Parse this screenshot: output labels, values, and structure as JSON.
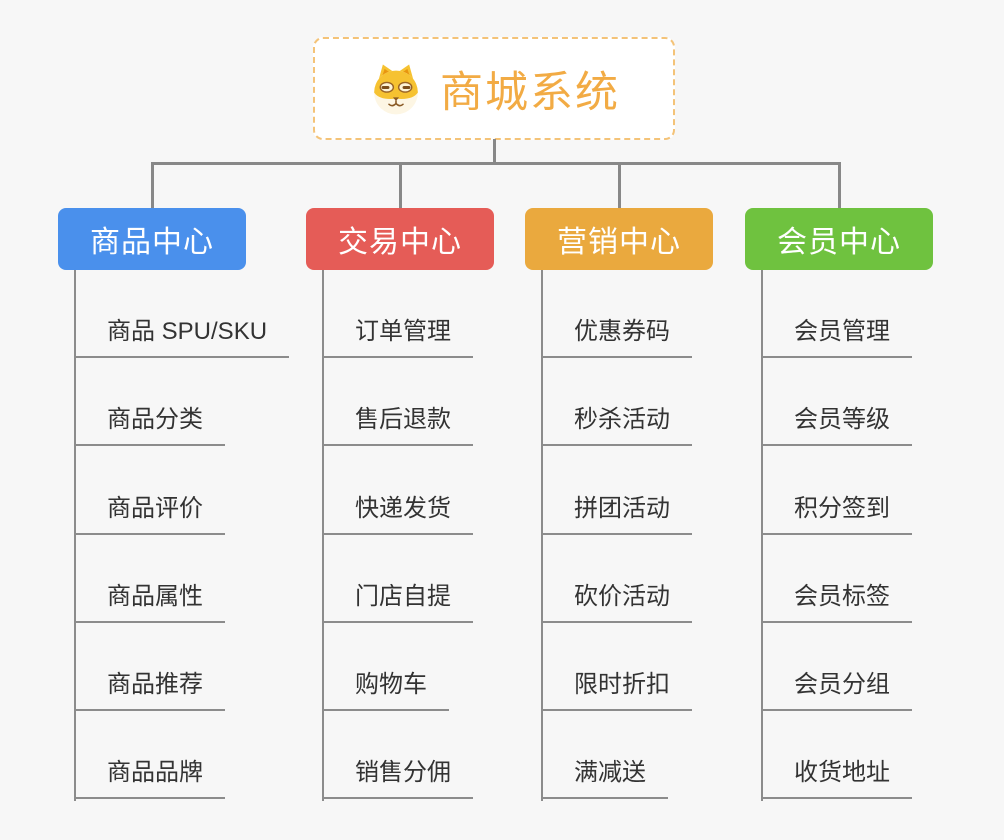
{
  "root": {
    "title": "商城系统",
    "icon": "dog-face-icon",
    "title_color": "#f2ab44",
    "border_color": "#f4c378"
  },
  "connector_color": "#888888",
  "branches": [
    {
      "label": "商品中心",
      "color": "#4a90ec",
      "items": [
        "商品 SPU/SKU",
        "商品分类",
        "商品评价",
        "商品属性",
        "商品推荐",
        "商品品牌"
      ]
    },
    {
      "label": "交易中心",
      "color": "#e55c57",
      "items": [
        "订单管理",
        "售后退款",
        "快递发货",
        "门店自提",
        "购物车",
        "销售分佣"
      ]
    },
    {
      "label": "营销中心",
      "color": "#eaa93e",
      "items": [
        "优惠券码",
        "秒杀活动",
        "拼团活动",
        "砍价活动",
        "限时折扣",
        "满减送"
      ]
    },
    {
      "label": "会员中心",
      "color": "#6fc23f",
      "items": [
        "会员管理",
        "会员等级",
        "积分签到",
        "会员标签",
        "会员分组",
        "收货地址"
      ]
    }
  ]
}
